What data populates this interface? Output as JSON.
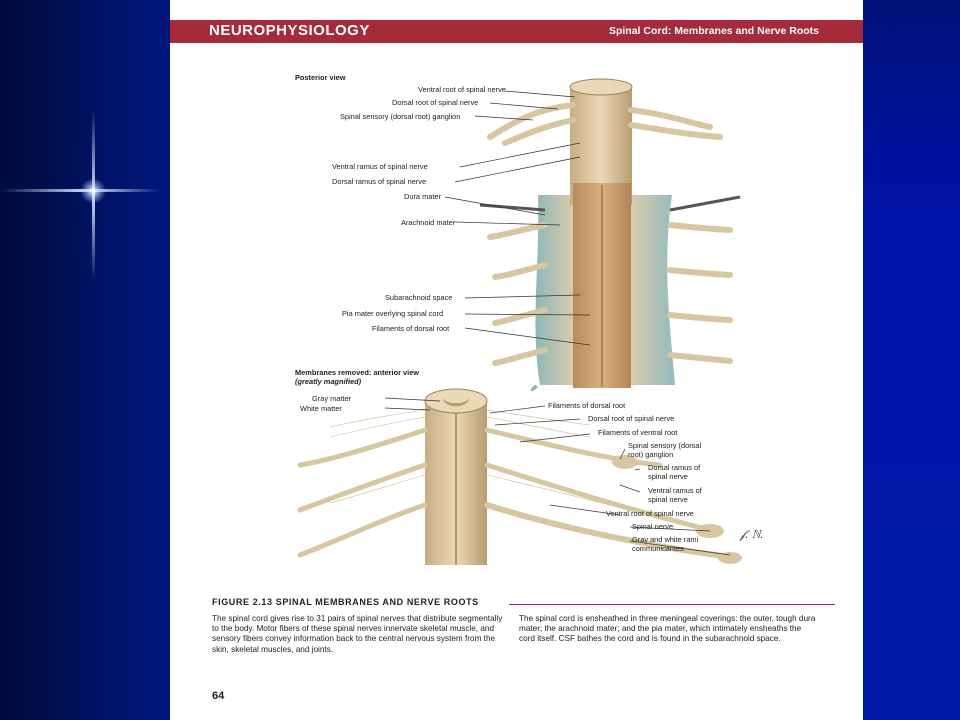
{
  "header": {
    "section": "NEUROPHYSIOLOGY",
    "topic": "Spinal Cord: Membranes and Nerve Roots"
  },
  "figure": {
    "posterior_heading": "Posterior view",
    "posterior_labels": [
      "Ventral root of spinal nerve",
      "Dorsal root of spinal nerve",
      "Spinal sensory (dorsal root) ganglion",
      "Ventral ramus of spinal nerve",
      "Dorsal ramus of spinal nerve",
      "Dura mater",
      "Arachnoid mater",
      "Subarachnoid space",
      "Pia mater overlying spinal cord",
      "Filaments of dorsal root"
    ],
    "anterior_heading": "Membranes removed: anterior view",
    "anterior_subheading": "(greatly magnified)",
    "anterior_left_labels": [
      "Gray matter",
      "White matter"
    ],
    "anterior_right_labels": [
      "Filaments of dorsal root",
      "Dorsal root of spinal nerve",
      "Filaments of ventral root",
      "Spinal sensory (dorsal",
      "root) ganglion",
      "Dorsal ramus of",
      "spinal nerve",
      "Ventral ramus of",
      "spinal nerve",
      "Ventral root of spinal nerve",
      "Spinal nerve",
      "Gray and white rami",
      "communicantes"
    ],
    "signature": "F. Netter"
  },
  "caption": {
    "title": "FIGURE 2.13   SPINAL MEMBRANES AND NERVE ROOTS",
    "left_text": "The spinal cord gives rise to 31 pairs of spinal nerves that distribute segmentally to the body. Motor fibers of these spinal nerves innervate skeletal muscle, and sensory fibers convey information back to the central nervous system from the skin, skeletal muscles, and joints.",
    "right_text": "The spinal cord is ensheathed in three meningeal coverings: the outer, tough dura mater; the arachnoid mater; and the pia mater, which intimately ensheaths the cord itself. CSF bathes the cord and is found in the subarachnoid space."
  },
  "page_number": "64",
  "colors": {
    "header": "#a52a3a",
    "nerve": "#d9c6a0",
    "background": "#00167a"
  }
}
